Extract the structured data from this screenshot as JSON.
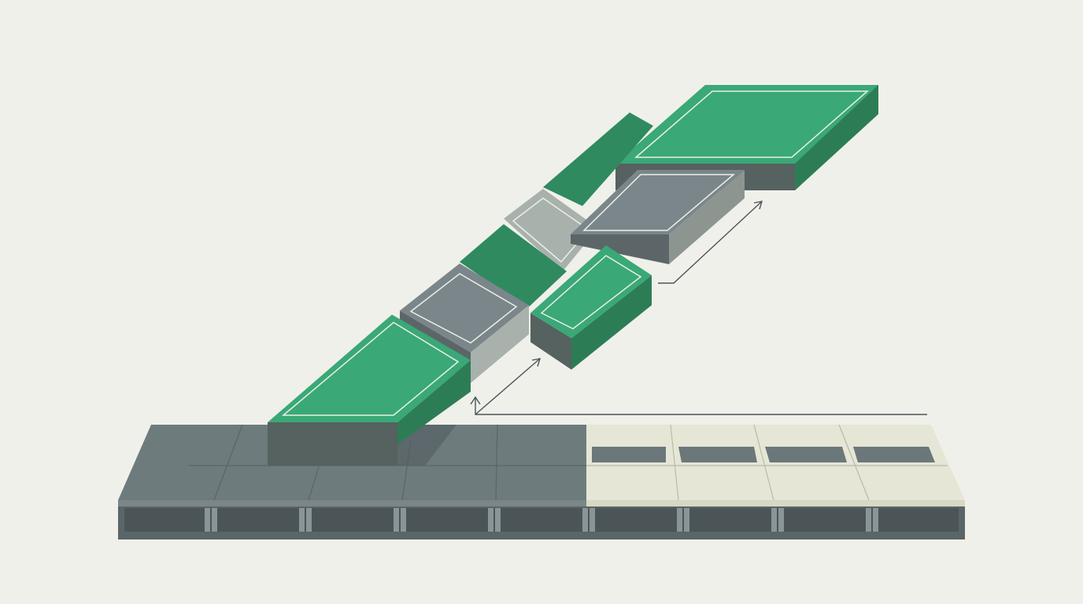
{
  "colors": {
    "background": "#f0f0ea",
    "slab_gray_top": "#6e7b7d",
    "slab_gray_front": "#5a6567",
    "slab_cream_top": "#e6e6d6",
    "slab_cream_front": "#d8d8c4",
    "slab_cavity": "#4b5558",
    "tile_green_top": "#3aa877",
    "tile_green_dark_top": "#2f8a5f",
    "tile_green_side": "#2c7d56",
    "tile_gray_top": "#7a868a",
    "tile_gray_side": "#5c6669",
    "tile_light_gray_top": "#a9b1ac",
    "tile_light_gray_side": "#8d9591",
    "arrow_line": "#4a5558",
    "inset_outline": "#e8f0e8"
  },
  "icons": {
    "arrow": "arrow-up-right-icon",
    "connector": "connector-line"
  },
  "slab": {
    "left_section": "gray-grid",
    "right_section": "cream-grid-with-slots",
    "slot_count": 4
  },
  "tiles": [
    {
      "color": "green",
      "style": "inset-outline"
    },
    {
      "color": "gray",
      "style": "inset-outline"
    },
    {
      "color": "dark-green",
      "style": "plain"
    },
    {
      "color": "light-gray",
      "style": "inset-outline"
    },
    {
      "color": "dark-green",
      "style": "plain"
    },
    {
      "color": "green",
      "style": "inset-outline"
    },
    {
      "color": "gray",
      "style": "inset-outline"
    },
    {
      "color": "green",
      "style": "inset-outline"
    }
  ]
}
